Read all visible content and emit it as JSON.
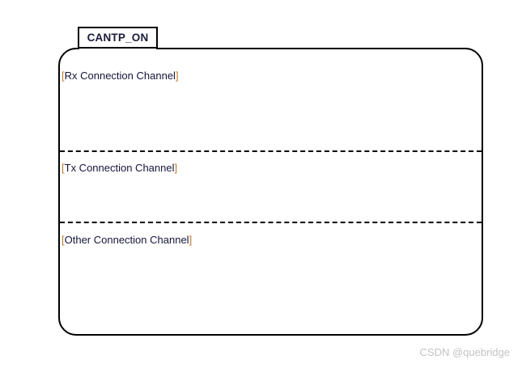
{
  "diagram": {
    "state_name": "CANTP_ON",
    "regions": [
      {
        "id": "rx",
        "open_bracket": "[",
        "label": "Rx Connection Channel",
        "close_bracket": "]"
      },
      {
        "id": "tx",
        "open_bracket": "[",
        "label": "Tx Connection Channel",
        "close_bracket": "]"
      },
      {
        "id": "other",
        "open_bracket": "[",
        "label": "Other Connection Channel",
        "close_bracket": "]"
      }
    ]
  },
  "watermark": {
    "text": "CSDN @quebridge"
  },
  "colors": {
    "background": "#ffffff",
    "border": "#000000",
    "text": "#14143c",
    "bracket": "#c07a2a",
    "watermark": "#c3c3c3"
  }
}
